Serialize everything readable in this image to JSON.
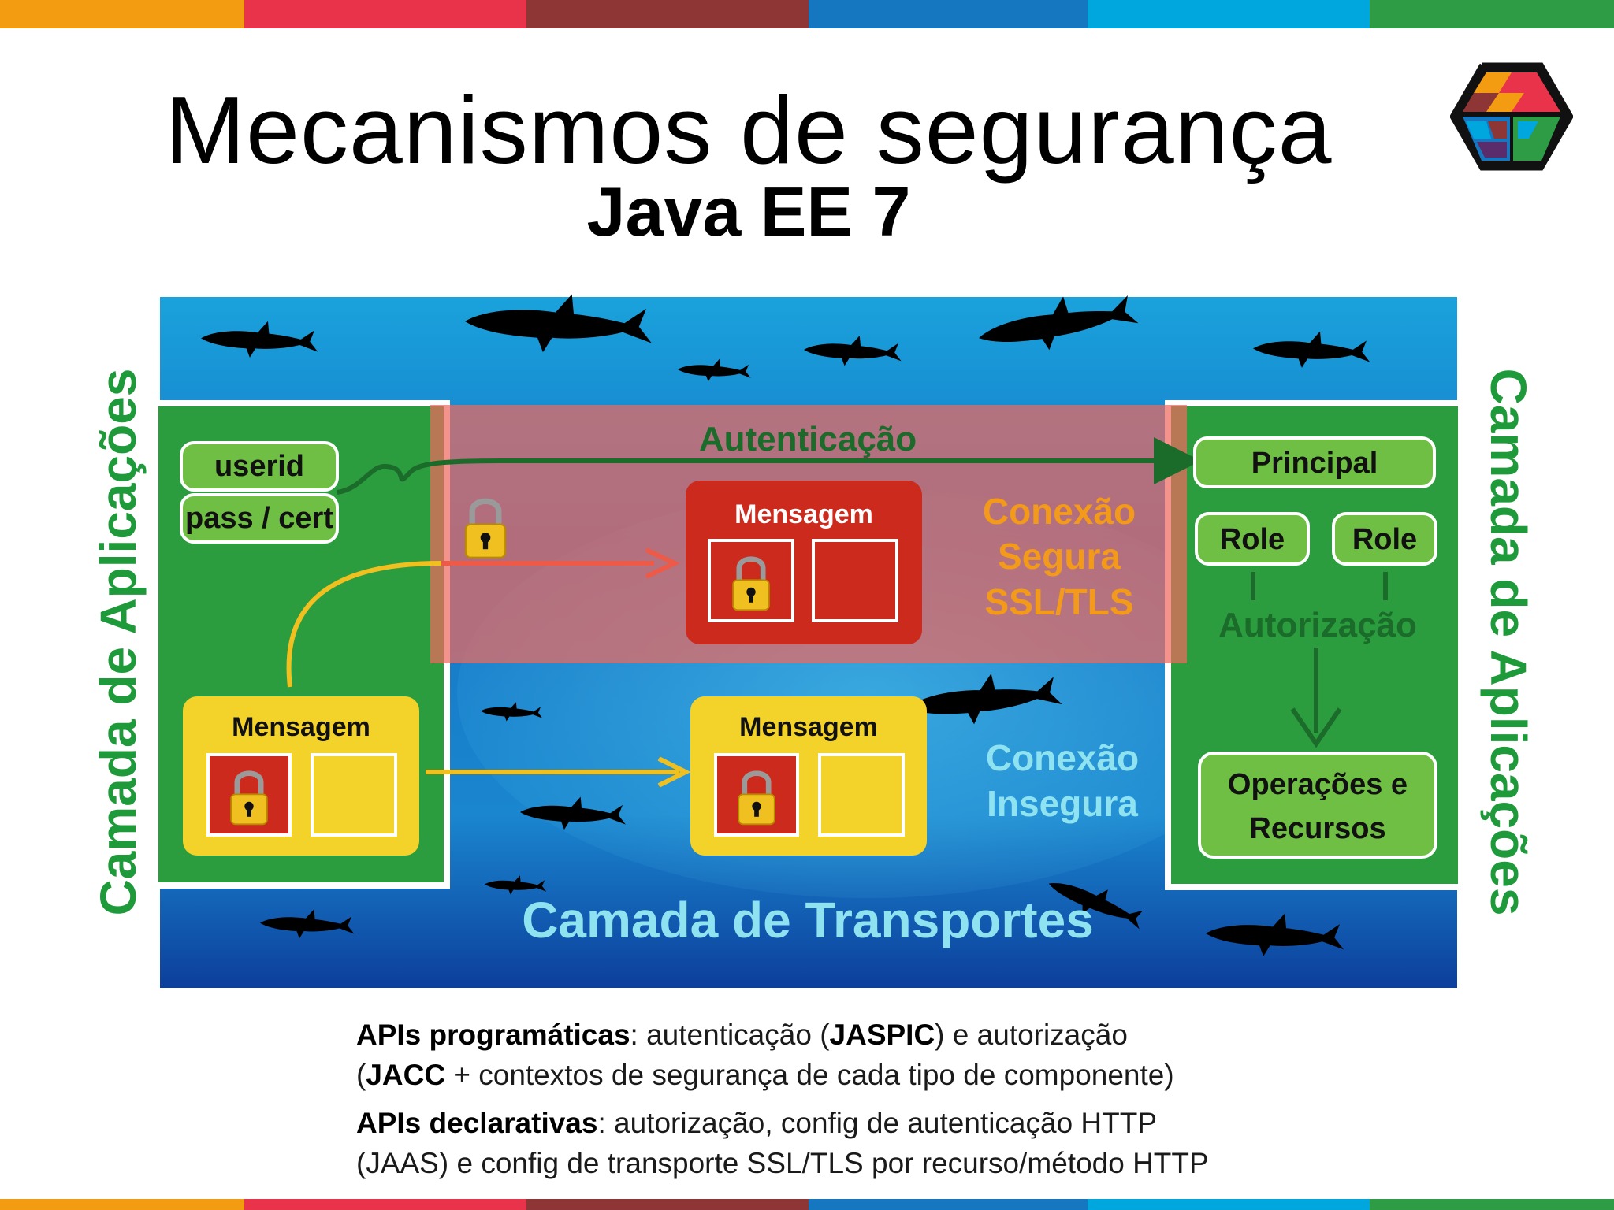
{
  "title": "Mecanismos de segurança",
  "subtitle": "Java EE 7",
  "stripe_colors": [
    "#f39c12",
    "#e8334a",
    "#8e3636",
    "#1577c0",
    "#00a6de",
    "#2e9b45"
  ],
  "colors": {
    "ocean_dark": "#0b3f9a",
    "ocean_light": "#19a6de",
    "app_layer_green": "#2c9d3f",
    "pill_green": "#6fbf44",
    "secure_overlay": "#e8554e",
    "message_red": "#cc2a1c",
    "message_yellow": "#f3d22a",
    "dark_green_text": "#1b6b2a",
    "orange_text": "#f39a1a",
    "cyan_text": "#8fe3f0"
  },
  "diagram": {
    "left_layer_label": "Camada de Aplicações",
    "right_layer_label": "Camada de Aplicações",
    "transport_label": "Camada de Transportes",
    "auth_label": "Autenticação",
    "authz_label": "Autorização",
    "userid": "userid",
    "pass_cert": "pass / cert",
    "principal": "Principal",
    "role_1": "Role",
    "role_2": "Role",
    "operations_line1": "Operações e",
    "operations_line2": "Recursos",
    "secure_line1": "Conexão",
    "secure_line2": "Segura",
    "secure_line3": "SSL/TLS",
    "insecure_line1": "Conexão",
    "insecure_line2": "Insegura",
    "msg_secure": "Mensagem",
    "msg_source": "Mensagem",
    "msg_insecure": "Mensagem",
    "icons": [
      "lock-icon",
      "shark-icon",
      "arrow-icon",
      "logo-cube-icon"
    ]
  },
  "captions": [
    {
      "parts": [
        {
          "text": "APIs programáticas",
          "bold": true
        },
        {
          "text": ": autenticação (",
          "bold": false
        },
        {
          "text": "JASPIC",
          "bold": true
        },
        {
          "text": ") e autorização",
          "bold": false
        }
      ],
      "line2": [
        {
          "text": "(",
          "bold": false
        },
        {
          "text": "JACC",
          "bold": true
        },
        {
          "text": " + contextos de segurança de cada tipo de componente)",
          "bold": false
        }
      ]
    },
    {
      "parts": [
        {
          "text": "APIs declarativas",
          "bold": true
        },
        {
          "text": ": autorização, config de autenticação HTTP",
          "bold": false
        }
      ],
      "line2": [
        {
          "text": "(JAAS) e config de transporte SSL/TLS por recurso/método HTTP",
          "bold": false
        }
      ]
    }
  ]
}
